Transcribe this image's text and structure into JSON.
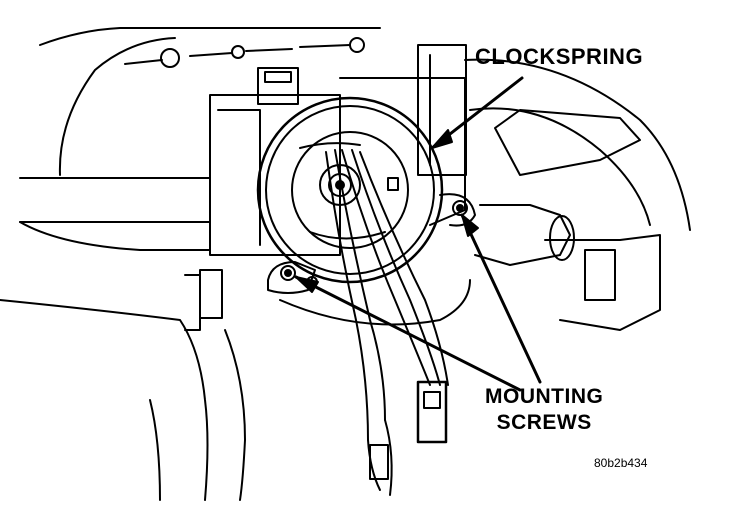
{
  "labels": {
    "clockspring": "CLOCKSPRING",
    "mounting_line1": "MOUNTING",
    "mounting_line2": "SCREWS",
    "figure_ref": "80b2b434"
  }
}
